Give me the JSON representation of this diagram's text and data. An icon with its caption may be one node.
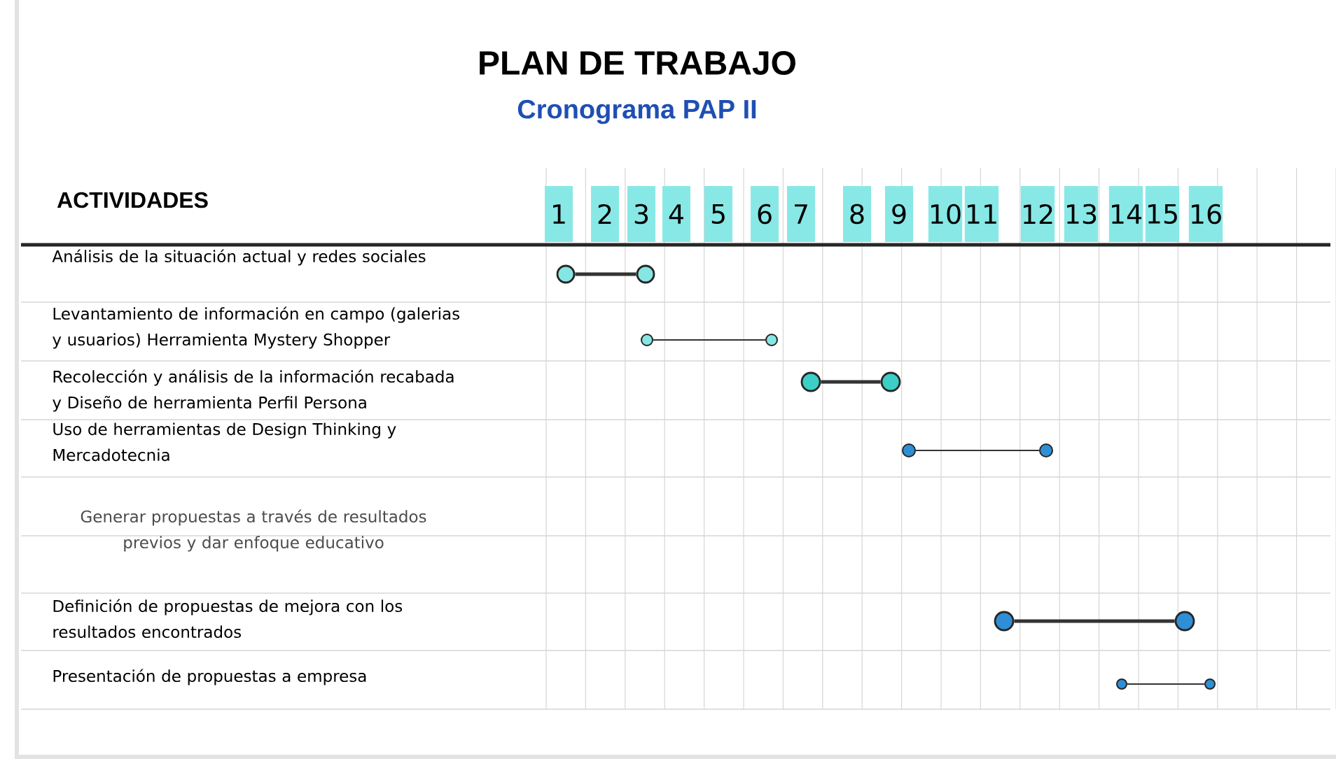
{
  "diagram": {
    "title": "PLAN DE TRABAJO",
    "nodes": [
      {
        "text": [
          "1"
        ]
      },
      {
        "text": [
          "2"
        ]
      },
      {
        "text": [
          "3"
        ]
      },
      {
        "text": [
          "4"
        ]
      },
      {
        "text": [
          "5"
        ]
      },
      {
        "text": [
          "6"
        ]
      },
      {
        "text": [
          "7"
        ]
      },
      {
        "text": [
          "8"
        ]
      },
      {
        "text": [
          "9"
        ]
      },
      {
        "text": [
          "10"
        ]
      },
      {
        "text": [
          "11"
        ]
      },
      {
        "text": [
          "12"
        ]
      },
      {
        "text": [
          "13"
        ]
      },
      {
        "text": [
          "14"
        ]
      },
      {
        "text": [
          "15"
        ]
      },
      {
        "text": [
          "16"
        ]
      },
      {
        "text": [],
        "shape": "circle"
      },
      {
        "text": [],
        "shape": "circle"
      },
      {
        "text": [],
        "shape": "circle"
      },
      {
        "text": [],
        "shape": "circle"
      },
      {
        "text": [],
        "shape": "circle"
      },
      {
        "text": [],
        "shape": "circle"
      },
      {
        "text": [],
        "shape": "circle"
      },
      {
        "text": [],
        "shape": "circle"
      },
      {
        "text": [],
        "shape": "circle"
      },
      {
        "text": [],
        "shape": "circle"
      },
      {
        "text": [],
        "shape": "circle"
      },
      {
        "text": [],
        "shape": "circle"
      }
    ],
    "edges": [
      {
        "from": 16,
        "to": 17,
        "arrow": "none",
        "style": "thick"
      },
      {
        "from": 18,
        "to": 19,
        "arrow": "none"
      },
      {
        "from": 20,
        "to": 21,
        "arrow": "none",
        "style": "thick"
      },
      {
        "from": 22,
        "to": 23,
        "arrow": "none"
      },
      {
        "from": 24,
        "to": 25,
        "arrow": "none",
        "style": "thick"
      },
      {
        "from": 26,
        "to": 27,
        "arrow": "none"
      }
    ],
    "labels": [
      "Cronograma PAP II",
      "ACTIVIDADES",
      "Análisis de la situación actual y redes sociales",
      "Levantamiento de información en campo (galerias y usuarios) Herramienta Mystery Shopper",
      "Recolección y análisis de la información recabada y Diseño de herramienta Perfil Persona",
      "Uso de herramientas de Design Thinking y Mercadotecnia",
      "Generar propuestas a través de resultados previos y dar enfoque educativo",
      "Definición de propuestas de mejora con los resultados encontrados",
      "Presentación de propuestas a empresa"
    ]
  }
}
